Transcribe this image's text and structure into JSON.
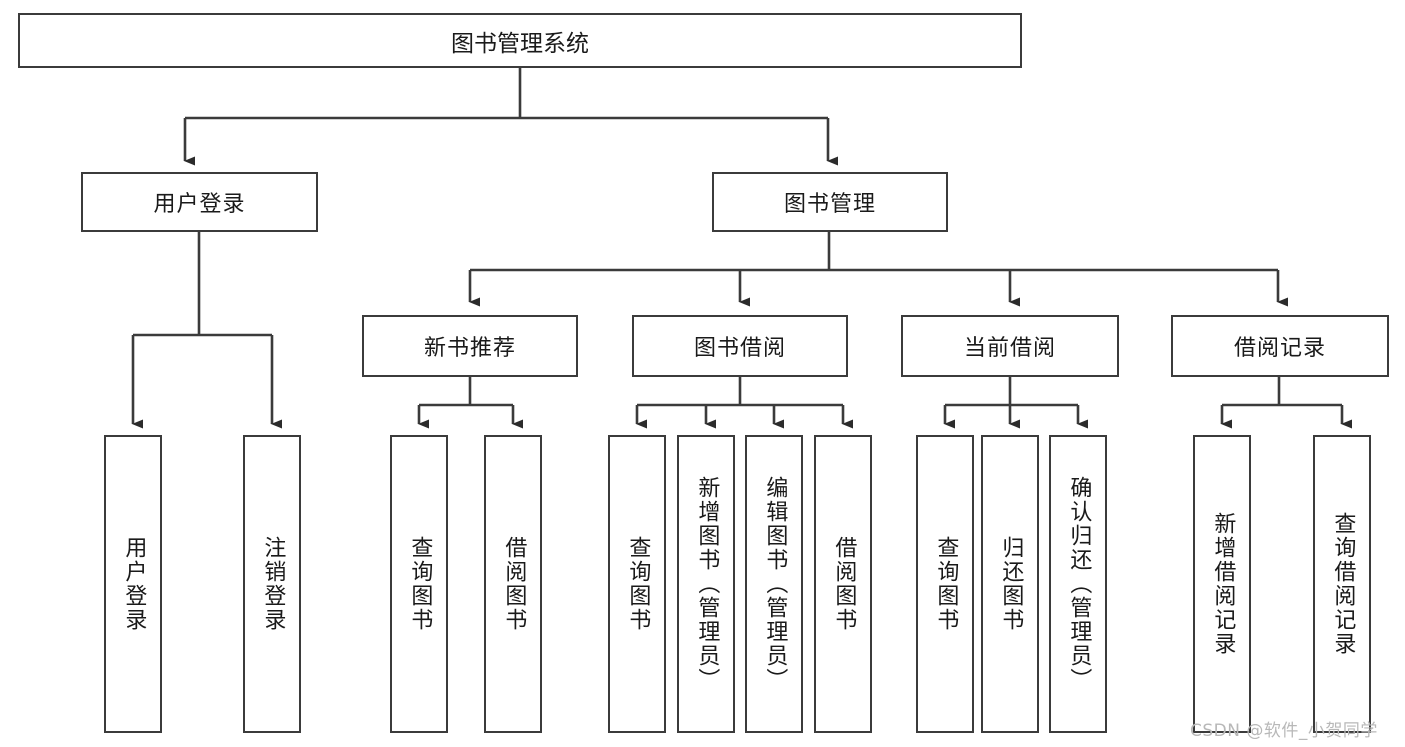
{
  "diagram": {
    "type": "tree-hierarchy-chart",
    "title": "图书管理系统",
    "root": {
      "label": "图书管理系统"
    },
    "level2": [
      {
        "label": "用户登录"
      },
      {
        "label": "图书管理"
      }
    ],
    "level3": [
      {
        "label": "新书推荐"
      },
      {
        "label": "图书借阅"
      },
      {
        "label": "当前借阅"
      },
      {
        "label": "借阅记录"
      }
    ],
    "leaves": {
      "user_login": [
        {
          "label": "用户登录"
        },
        {
          "label": "注销登录"
        }
      ],
      "new_book_recommend": [
        {
          "label": "查询图书"
        },
        {
          "label": "借阅图书"
        }
      ],
      "book_borrow": [
        {
          "label": "查询图书"
        },
        {
          "label": "新增图书（管理员）"
        },
        {
          "label": "编辑图书（管理员）"
        },
        {
          "label": "借阅图书"
        }
      ],
      "current_borrow": [
        {
          "label": "查询图书"
        },
        {
          "label": "归还图书"
        },
        {
          "label": "确认归还（管理员）"
        }
      ],
      "borrow_record": [
        {
          "label": "新增借阅记录"
        },
        {
          "label": "查询借阅记录"
        }
      ]
    }
  },
  "watermark": {
    "text": "CSDN @软件_小贺同学"
  },
  "colors": {
    "stroke": "#3b3b3b",
    "background": "#ffffff",
    "text": "#1a1a1a",
    "watermark": "#b8b8b8"
  }
}
